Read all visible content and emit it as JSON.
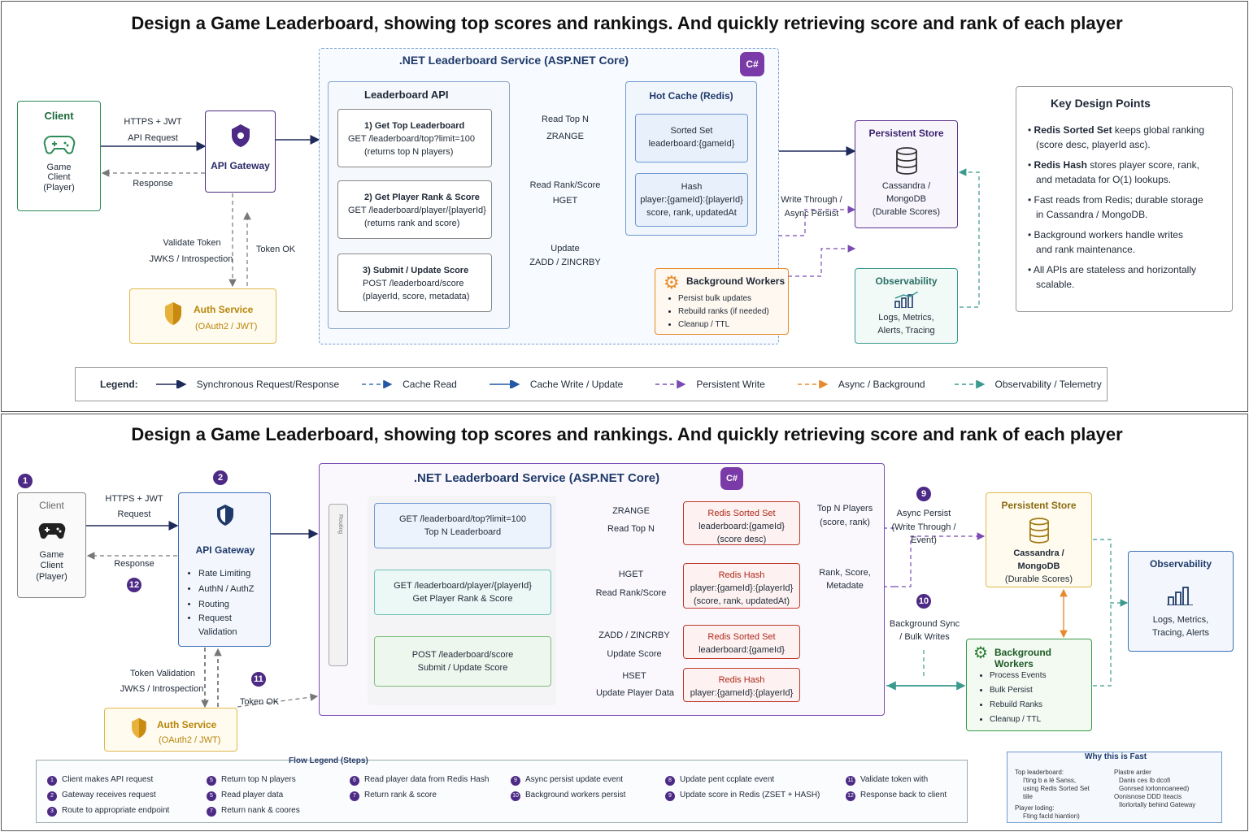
{
  "top": {
    "title": "Design a Game Leaderboard, showing top scores and rankings. And quickly retrieving score and rank of each player",
    "client": {
      "title": "Client",
      "l1": "Game",
      "l2": "Client",
      "l3": "(Player)"
    },
    "https_label": "HTTPS + JWT",
    "api_request": "API Request",
    "response": "Response",
    "gateway": "API Gateway",
    "validate_token": "Validate Token",
    "jwks": "JWKS / Introspection",
    "token_ok": "Token OK",
    "auth": {
      "title": "Auth Service",
      "sub": "(OAuth2 / JWT)"
    },
    "service_title": ".NET Leaderboard Service (ASP.NET Core)",
    "api_title": "Leaderboard API",
    "ep1": {
      "title": "1) Get Top Leaderboard",
      "l2": "GET  /leaderboard/top?limit=100",
      "l3": "(returns top N players)"
    },
    "ep2": {
      "title": "2) Get Player Rank & Score",
      "l2": "GET  /leaderboard/player/{playerId}",
      "l3": "(returns rank and score)"
    },
    "ep3": {
      "title": "3) Submit / Update Score",
      "l2": "POST /leaderboard/score",
      "l3": "(playerId, score, metadata)"
    },
    "read_top": "Read Top N",
    "zrange": "ZRANGE",
    "read_rank": "Read Rank/Score",
    "hget": "HGET",
    "update": "Update",
    "zadd": "ZADD / ZINCRBY",
    "cache_title": "Hot Cache (Redis)",
    "sorted_set": {
      "l1": "Sorted Set",
      "l2": "leaderboard:{gameId}"
    },
    "hash": {
      "l1": "Hash",
      "l2": "player:{gameId}:{playerId}",
      "l3": "score, rank, updatedAt"
    },
    "write_through": "Write Through /",
    "async_persist": "Async Persist",
    "store": {
      "title": "Persistent Store",
      "l1": "Cassandra /",
      "l2": "MongoDB",
      "l3": "(Durable Scores)"
    },
    "workers": {
      "title": "Background Workers",
      "items": [
        "Persist bulk updates",
        "Rebuild ranks (if needed)",
        "Cleanup / TTL"
      ]
    },
    "obs": {
      "title": "Observability",
      "l1": "Logs, Metrics,",
      "l2": "Alerts, Tracing"
    },
    "key": {
      "title": "Key Design Points",
      "p1a": "Redis Sorted Set",
      "p1b": " keeps global ranking",
      "p1c": "(score desc, playerId asc).",
      "p2a": "Redis Hash",
      "p2b": " stores player score, rank,",
      "p2c": "and metadata for O(1) lookups.",
      "p3b": "Fast reads from Redis; durable storage",
      "p3c": "in Cassandra / MongoDB.",
      "p4b": "Background workers handle writes",
      "p4c": "and rank maintenance.",
      "p5b": "All APIs are stateless and horizontally",
      "p5c": "scalable."
    },
    "legend": {
      "label": "Legend:",
      "items": [
        "Synchronous Request/Response",
        "Cache Read",
        "Cache Write / Update",
        "Persistent Write",
        "Async / Background",
        "Observability / Telemetry"
      ],
      "colors": [
        "#1e2a5a",
        "#3b6fb6",
        "#2457a6",
        "#7a4bb5",
        "#e8892b",
        "#3a9a8e"
      ]
    }
  },
  "bottom": {
    "title": "Design a Game Leaderboard, showing top scores and rankings. And quickly retrieving score and rank of each player",
    "client": {
      "title": "Client",
      "l1": "Game",
      "l2": "Client",
      "l3": "(Player)"
    },
    "https_label": "HTTPS + JWT",
    "request": "Request",
    "response": "Response",
    "gateway": {
      "title": "API Gateway",
      "items": [
        "Rate Limiting",
        "AuthN / AuthZ",
        "Routing",
        "Request",
        "Validation"
      ]
    },
    "token_validation": "Token Validation",
    "jwks": "JWKS / Introspection",
    "token_ok": "Token OK",
    "auth": {
      "title": "Auth Service",
      "sub": "(OAuth2 / JWT)"
    },
    "service_title": ".NET Leaderboard Service (ASP.NET Core)",
    "rail_label": "Routing",
    "ep1": {
      "l1": "GET /leaderboard/top?limit=100",
      "l2": "Top N Leaderboard"
    },
    "ep2": {
      "l1": "GET /leaderboard/player/{playerId}",
      "l2": "Get Player Rank & Score"
    },
    "ep3": {
      "l1": "POST /leaderboard/score",
      "l2": "Submit / Update Score"
    },
    "zrange": "ZRANGE",
    "read_top": "Read Top N",
    "hget": "HGET",
    "read_rank": "Read Rank/Score",
    "zadd": "ZADD / ZINCRBY",
    "update_score": "Update Score",
    "hset": "HSET",
    "update_player": "Update Player Data",
    "r1": {
      "title": "Redis Sorted Set",
      "l1": "leaderboard:{gameId}",
      "l2": "(score desc)"
    },
    "r2": {
      "title": "Redis Hash",
      "l1": "player:{gameId}:{playerId}",
      "l2": "(score, rank, updatedAt)"
    },
    "r3": {
      "title": "Redis Sorted Set",
      "l1": "leaderboard:{gameId}"
    },
    "r4": {
      "title": "Redis Hash",
      "l1": "player:{gameId}:{playerId}"
    },
    "top_n_players": "Top N Players",
    "score_rank": "(score, rank)",
    "rank_score": "Rank, Score,",
    "metadata": "Metadate",
    "async_persist": "Async Persist",
    "write_through": "(Write Through /",
    "event": "Event)",
    "bg_sync": "Background Sync",
    "bulk_writes": "/ Bulk Writes",
    "store": {
      "title": "Persistent Store",
      "l1": "Cassandra /",
      "l2": "MongoDB",
      "l3": "(Durable Scores)"
    },
    "workers": {
      "title": "Background Workers",
      "items": [
        "Process Events",
        "Bulk Persist",
        "Rebuild Ranks",
        "Cleanup / TTL"
      ]
    },
    "obs": {
      "title": "Observability",
      "l1": "Logs, Metrics,",
      "l2": "Tracing, Alerts"
    },
    "badges": [
      "1",
      "2",
      "3",
      "4",
      "5",
      "6",
      "7",
      "8",
      "9",
      "10",
      "11",
      "12"
    ],
    "flow": {
      "title": "Flow Legend (Steps)",
      "c1": [
        {
          "n": "1",
          "t": "Client makes API request"
        },
        {
          "n": "2",
          "t": "Gateway receives request"
        },
        {
          "n": "3",
          "t": "Route to appropriate endpoint"
        }
      ],
      "c2": [
        {
          "n": "5",
          "t": "Return top N players"
        },
        {
          "n": "5",
          "t": "Read player data"
        },
        {
          "n": "7",
          "t": "Return nank & coores"
        }
      ],
      "c3": [
        {
          "n": "6",
          "t": "Read player data from Redis Hash"
        },
        {
          "n": "7",
          "t": "Return rank & score"
        }
      ],
      "c4": [
        {
          "n": "9",
          "t": "Async persist update event"
        },
        {
          "n": "10",
          "t": "Background workers persist"
        }
      ],
      "c5": [
        {
          "n": "8",
          "t": "Update pent ccplate event"
        },
        {
          "n": "9",
          "t": "Update score in Redis (ZSET + HASH)"
        }
      ],
      "c6": [
        {
          "n": "11",
          "t": "Validate token with"
        },
        {
          "n": "12",
          "t": "Response back to client"
        }
      ]
    },
    "why": {
      "title": "Why this is Fast",
      "left": [
        "Top leaderboard:",
        "I'ting b a lé Sanss,",
        "using Redis Sorted Set",
        "tiile",
        "Player loding:",
        "Fting facld hiantion)"
      ],
      "right": [
        "Plastre arder",
        "Danis ces Ib dcofi",
        "Gonrsed lorlonnoaneed)",
        "Oonisnose DDD Iteacis",
        "Ilorlortally behind Gateway"
      ]
    }
  }
}
